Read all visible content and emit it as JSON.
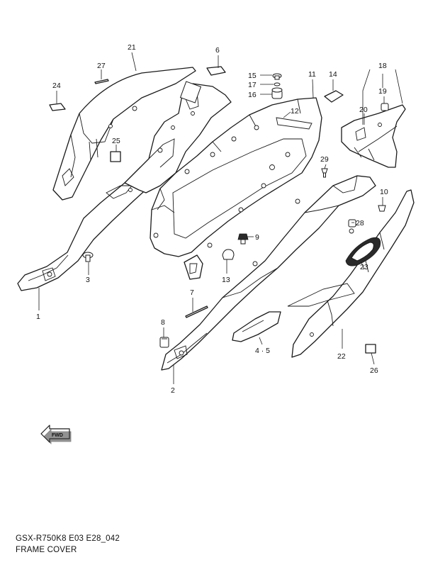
{
  "diagram": {
    "model_code": "GSX-R750K8 E03 E28_042",
    "title": "FRAME COVER",
    "direction_badge": "FWD",
    "callouts": {
      "c1": "1",
      "c2": "2",
      "c3": "3",
      "c45": "4 · 5",
      "c6": "6",
      "c7": "7",
      "c8": "8",
      "c9": "9",
      "c10": "10",
      "c11": "11",
      "c12": "12",
      "c13": "13",
      "c14": "14",
      "c15": "15",
      "c16": "16",
      "c17": "17",
      "c18": "18",
      "c19": "19",
      "c20": "20",
      "c21": "21",
      "c22": "22",
      "c23": "23",
      "c24": "24",
      "c25": "25",
      "c26": "26",
      "c27": "27",
      "c28": "28",
      "c29": "29"
    }
  }
}
